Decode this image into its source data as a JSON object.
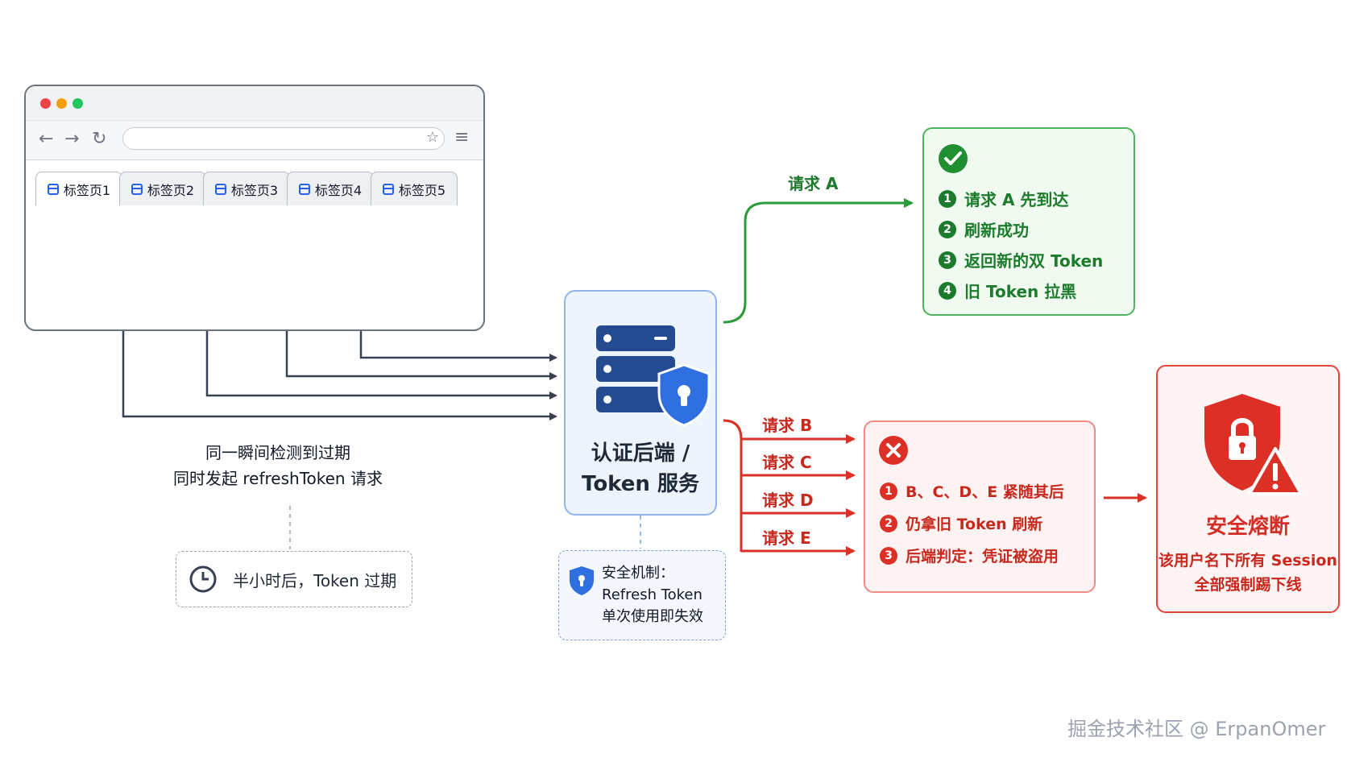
{
  "browser": {
    "tabs": [
      {
        "label": "标签页1"
      },
      {
        "label": "标签页2"
      },
      {
        "label": "标签页3"
      },
      {
        "label": "标签页4"
      },
      {
        "label": "标签页5"
      }
    ]
  },
  "caption": {
    "line1": "同一瞬间检测到过期",
    "line2": "同时发起 refreshToken 请求"
  },
  "timer": {
    "label": "半小时后，Token 过期"
  },
  "server": {
    "title_line1": "认证后端 /",
    "title_line2": "Token 服务"
  },
  "security_note": {
    "line1": "安全机制：",
    "line2": "Refresh Token",
    "line3": "单次使用即失效"
  },
  "request_a": {
    "label": "请求 A"
  },
  "success_box": {
    "items": [
      {
        "num": "1",
        "text": "请求 A 先到达"
      },
      {
        "num": "2",
        "text": "刷新成功"
      },
      {
        "num": "3",
        "text": "返回新的双 Token"
      },
      {
        "num": "4",
        "text": "旧 Token 拉黑"
      }
    ]
  },
  "other_requests": [
    {
      "label": "请求 B"
    },
    {
      "label": "请求 C"
    },
    {
      "label": "请求 D"
    },
    {
      "label": "请求 E"
    }
  ],
  "fail_box": {
    "items": [
      {
        "num": "1",
        "text": "B、C、D、E 紧随其后"
      },
      {
        "num": "2",
        "text": "仍拿旧 Token 刷新"
      },
      {
        "num": "3",
        "text": "后端判定：凭证被盗用"
      }
    ]
  },
  "fuse_box": {
    "title": "安全熔断",
    "desc_line1": "该用户名下所有 Session",
    "desc_line2": "全部强制踢下线"
  },
  "watermark": "掘金技术社区 @ ErpanOmer",
  "colors": {
    "success": "#1c7b2c",
    "danger": "#d32f27",
    "primary": "#2563eb",
    "wire": "#374151"
  }
}
